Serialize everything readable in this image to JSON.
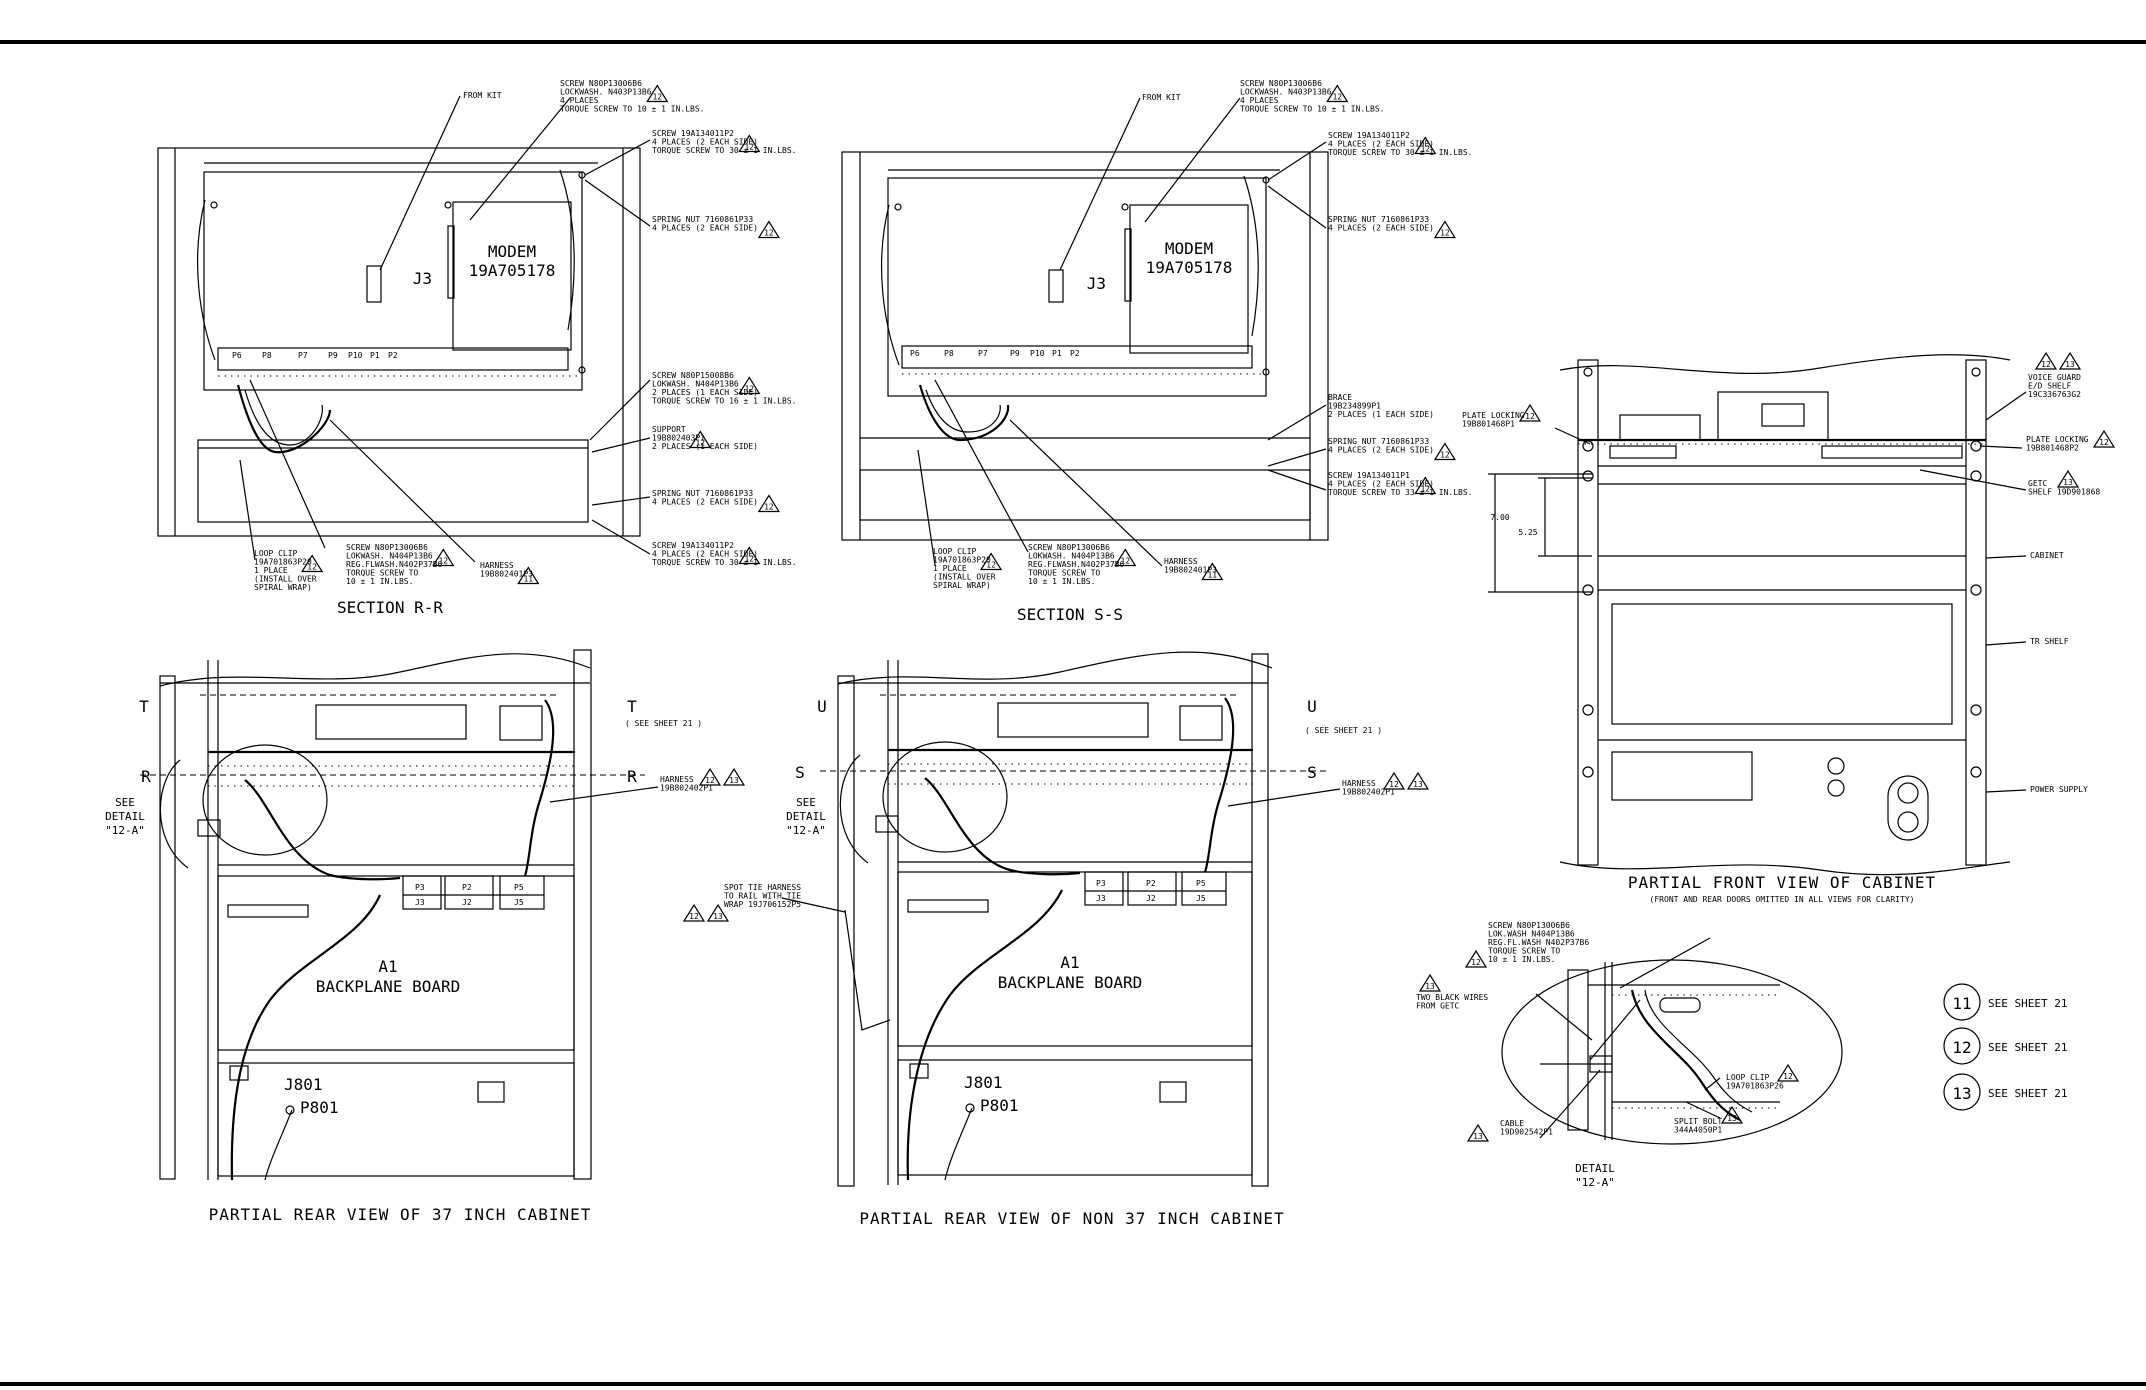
{
  "colors": {
    "ink": "#000000",
    "paper": "#ffffff"
  },
  "views": {
    "section_r": {
      "caption": "SECTION R-R",
      "modem_title": "MODEM",
      "modem_part": "19A705178",
      "j3": "J3",
      "connectors": [
        "P6",
        "P8",
        "P7",
        "P9",
        "P10",
        "P1",
        "P2"
      ],
      "notes": [
        {
          "id": "from-kit",
          "lines": [
            "FROM KIT"
          ]
        },
        {
          "id": "screw-modem",
          "lines": [
            "SCREW N80P13006B6",
            "LOCKWASH. N403P13B6",
            "4 PLACES",
            "TORQUE SCREW TO 10 ± 1 IN.LBS."
          ],
          "tag": "12"
        },
        {
          "id": "screw-top",
          "lines": [
            "SCREW 19A134011P2",
            "4 PLACES (2 EACH SIDE)",
            "TORQUE SCREW TO 30 ± 1 IN.LBS."
          ],
          "tag": "12"
        },
        {
          "id": "spring-nut-top",
          "lines": [
            "SPRING NUT 7160861P33",
            "4 PLACES (2 EACH SIDE)"
          ],
          "tag": "12"
        },
        {
          "id": "screw-mid",
          "lines": [
            "SCREW N80P15008B6",
            "LOKWASH. N404P13B6",
            "2 PLACES (1 EACH SIDE)",
            "TORQUE SCREW TO 16 ± 1 IN.LBS."
          ],
          "tag": "12"
        },
        {
          "id": "support",
          "lines": [
            "SUPPORT",
            "19B802403P1",
            "2 PLACES (1 EACH SIDE)"
          ],
          "tag": "12"
        },
        {
          "id": "spring-nut-bot",
          "lines": [
            "SPRING NUT 7160861P33",
            "4 PLACES (2 EACH SIDE)"
          ],
          "tag": "12"
        },
        {
          "id": "screw-bot",
          "lines": [
            "SCREW 19A134011P2",
            "4 PLACES (2 EACH SIDE)",
            "TORQUE SCREW TO 30 ± 1 IN.LBS."
          ],
          "tag": "12"
        },
        {
          "id": "loop-clip",
          "lines": [
            "LOOP CLIP",
            "19A701863P20",
            "1 PLACE",
            "(INSTALL OVER",
            "SPIRAL WRAP)"
          ],
          "tag": "12"
        },
        {
          "id": "screw-clip",
          "lines": [
            "SCREW N80P13006B6",
            "LOKWASH. N404P13B6",
            "REG.FLWASH.N402P37B6",
            "TORQUE SCREW TO",
            "10 ± 1 IN.LBS."
          ],
          "tag": "12"
        },
        {
          "id": "harness",
          "lines": [
            "HARNESS",
            "19B802401P3"
          ],
          "tag": "11"
        }
      ]
    },
    "section_s": {
      "caption": "SECTION S-S",
      "modem_title": "MODEM",
      "modem_part": "19A705178",
      "j3": "J3",
      "connectors": [
        "P6",
        "P8",
        "P7",
        "P9",
        "P10",
        "P1",
        "P2"
      ],
      "notes": [
        {
          "id": "from-kit",
          "lines": [
            "FROM KIT"
          ]
        },
        {
          "id": "screw-modem",
          "lines": [
            "SCREW N80P13006B6",
            "LOCKWASH. N403P13B6",
            "4 PLACES",
            "TORQUE SCREW TO 10 ± 1 IN.LBS."
          ],
          "tag": "12"
        },
        {
          "id": "screw-top",
          "lines": [
            "SCREW 19A134011P2",
            "4 PLACES (2 EACH SIDE)",
            "TORQUE SCREW TO 30 ± 1 IN.LBS."
          ],
          "tag": "12"
        },
        {
          "id": "spring-nut-top",
          "lines": [
            "SPRING NUT 7160861P33",
            "4 PLACES (2 EACH SIDE)"
          ],
          "tag": "12"
        },
        {
          "id": "brace",
          "lines": [
            "BRACE",
            "19B234899P1",
            "2 PLACES (1 EACH SIDE)"
          ]
        },
        {
          "id": "spring-nut-bot",
          "lines": [
            "SPRING NUT 7160861P33",
            "4 PLACES (2 EACH SIDE)"
          ],
          "tag": "12"
        },
        {
          "id": "screw-bot",
          "lines": [
            "SCREW 19A134011P1",
            "4 PLACES (2 EACH SIDE)",
            "TORQUE SCREW TO 33 ± 1 IN.LBS."
          ],
          "tag": "12"
        },
        {
          "id": "loop-clip",
          "lines": [
            "LOOP CLIP",
            "19A701863P20",
            "1 PLACE",
            "(INSTALL OVER",
            "SPIRAL WRAP)"
          ],
          "tag": "12"
        },
        {
          "id": "screw-clip",
          "lines": [
            "SCREW N80P13006B6",
            "LOKWASH. N404P13B6",
            "REG.FLWASH.N402P37B6",
            "TORQUE SCREW TO",
            "10 ± 1 IN.LBS."
          ],
          "tag": "12"
        },
        {
          "id": "harness",
          "lines": [
            "HARNESS",
            "19B802401P3"
          ],
          "tag": "11"
        }
      ]
    },
    "rear_37": {
      "caption": "PARTIAL REAR VIEW OF 37 INCH CABINET",
      "a1": "A1",
      "board": "BACKPLANE BOARD",
      "j801": "J801",
      "p801": "P801",
      "section_letter_t": "T",
      "section_letter_r": "R",
      "see_sheet": "( SEE SHEET 21 )",
      "detail_lines": [
        "SEE",
        "DETAIL",
        "\"12-A\""
      ],
      "plugs": [
        "P3",
        "P2",
        "P5"
      ],
      "jacks": [
        "J3",
        "J2",
        "J5"
      ],
      "harness_lines": [
        "HARNESS",
        "19B802402P1"
      ],
      "harness_tags": [
        "12",
        "13"
      ]
    },
    "rear_non37": {
      "caption": "PARTIAL REAR VIEW OF NON 37 INCH CABINET",
      "a1": "A1",
      "board": "BACKPLANE BOARD",
      "j801": "J801",
      "p801": "P801",
      "section_letter_u": "U",
      "section_letter_s": "S",
      "see_sheet": "( SEE SHEET 21 )",
      "detail_lines": [
        "SEE",
        "DETAIL",
        "\"12-A\""
      ],
      "plugs": [
        "P3",
        "P2",
        "P5"
      ],
      "jacks": [
        "J3",
        "J2",
        "J5"
      ],
      "harness_lines": [
        "HARNESS",
        "19B802402P1"
      ],
      "harness_tags": [
        "12",
        "13"
      ],
      "spot_tie_lines": [
        "SPOT TIE HARNESS",
        "TO RAIL WITH TIE",
        "WRAP 19J706152P5"
      ],
      "spot_tie_tags": [
        "12",
        "13"
      ]
    },
    "front": {
      "caption": "PARTIAL FRONT VIEW OF CABINET",
      "subcaption": "(FRONT AND REAR DOORS OMITTED IN ALL VIEWS FOR CLARITY)",
      "dim_outer": "7.00",
      "dim_inner": "5.25",
      "notes": [
        {
          "id": "voice-guard",
          "lines": [
            "VOICE GUARD",
            "E/D SHELF",
            "19C336763G2"
          ],
          "tags": [
            "12",
            "13"
          ]
        },
        {
          "id": "plate-left",
          "lines": [
            "PLATE LOCKING",
            "19B801468P1"
          ],
          "tag": "12"
        },
        {
          "id": "plate-right",
          "lines": [
            "PLATE LOCKING",
            "19B801468P2"
          ],
          "tag": "12"
        },
        {
          "id": "getc",
          "lines": [
            "GETC",
            "SHELF 19D901868"
          ],
          "tag": "13"
        },
        {
          "id": "cabinet",
          "lines": [
            "CABINET"
          ]
        },
        {
          "id": "tr-shelf",
          "lines": [
            "TR SHELF"
          ]
        },
        {
          "id": "power-supply",
          "lines": [
            "POWER SUPPLY"
          ]
        }
      ]
    },
    "detail": {
      "caption_lines": [
        "DETAIL",
        "\"12-A\""
      ],
      "notes": [
        {
          "id": "screw",
          "lines": [
            "SCREW N80P13006B6",
            "LOK.WASH N404P13B6",
            "REG.FL.WASH N402P37B6",
            "TORQUE SCREW TO",
            "10 ± 1 IN.LBS."
          ],
          "tag": "12"
        },
        {
          "id": "two-black",
          "lines": [
            "TWO BLACK WIRES",
            "FROM GETC"
          ],
          "tag": "13"
        },
        {
          "id": "loop-clip",
          "lines": [
            "LOOP CLIP",
            "19A701863P26"
          ],
          "tag": "12"
        },
        {
          "id": "cable",
          "lines": [
            "CABLE",
            "19D902542P1"
          ],
          "tag": "13"
        },
        {
          "id": "split-bolt",
          "lines": [
            "SPLIT BOLT",
            "344A4050P1"
          ],
          "tag": "13"
        }
      ]
    }
  },
  "legend": [
    {
      "num": "11",
      "text": "SEE SHEET 21"
    },
    {
      "num": "12",
      "text": "SEE SHEET 21"
    },
    {
      "num": "13",
      "text": "SEE SHEET 21"
    }
  ]
}
